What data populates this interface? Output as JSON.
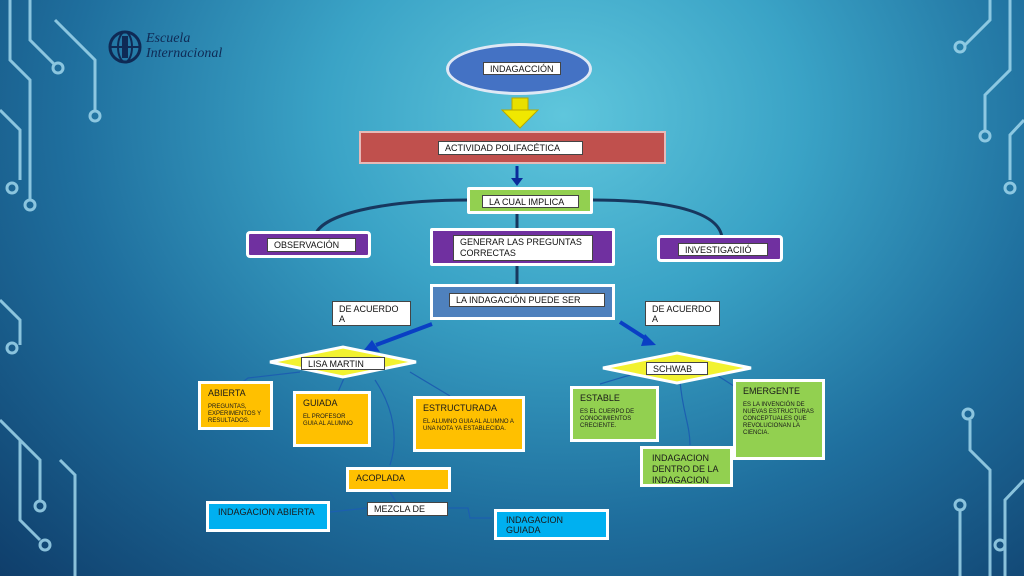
{
  "logo": {
    "line1": "Escuela",
    "line2": "Internacional"
  },
  "nodes": {
    "indagaccion": "INDAGACCIÓN",
    "actividad": "ACTIVIDAD   POLIFACÉTICA",
    "la_cual_implica": "LA CUAL  IMPLICA",
    "observacion": "OBSERVACIÓN",
    "generar": "GENERAR LAS PREGUNTAS CORRECTAS",
    "investigacion": "INVESTIGACIIÓ",
    "puede_ser": "LA INDAGACIÓN PUEDE SER",
    "de_acuerdo_left": "DE ACUERDO A",
    "de_acuerdo_right": "DE ACUERDO A",
    "lisa_martin": "LISA MARTIN",
    "schwab": "SCHWAB",
    "abierta_title": "ABIERTA",
    "abierta_desc": "PREGUNTAS, EXPERIMENTOS Y RESULTADOS.",
    "guiada_title": "GUIADA",
    "guiada_desc": "EL PROFESOR GUIA AL ALUMNO",
    "estructurada_title": "ESTRUCTURADA",
    "estructurada_desc": "EL ALUMNO GUIA AL ALUMNO A UNA NOTA YA ESTABLECIDA.",
    "acoplada": "ACOPLADA",
    "mezcla": "MEZCLA DE",
    "ind_abierta": "INDAGACION ABIERTA",
    "ind_guiada": "INDAGACION GUIADA",
    "estable_title": "ESTABLE",
    "estable_desc": "ES EL CUERPO DE CONOCIMIENTOS CRECIENTE.",
    "emergente_title": "EMERGENTE",
    "emergente_desc": "ES LA INVENCIÓN DE NUEVAS ESTRUCTURAS CONCEPTUALES QUE REVOLUCIONAN LA CIENCIA.",
    "dentro": "INDAGACION DENTRO DE LA INDAGACION"
  },
  "colors": {
    "red": "#c0504d",
    "purple": "#7030a0",
    "steel": "#4f81bd",
    "green": "#92d050",
    "yellow": "#ffc000",
    "cyan": "#00b0f0",
    "ellipse": "#4472c4",
    "circuit": "#9fd6ec"
  },
  "icons": {
    "logo": "globe-logo-icon",
    "arrow": "down-arrow-icon"
  }
}
